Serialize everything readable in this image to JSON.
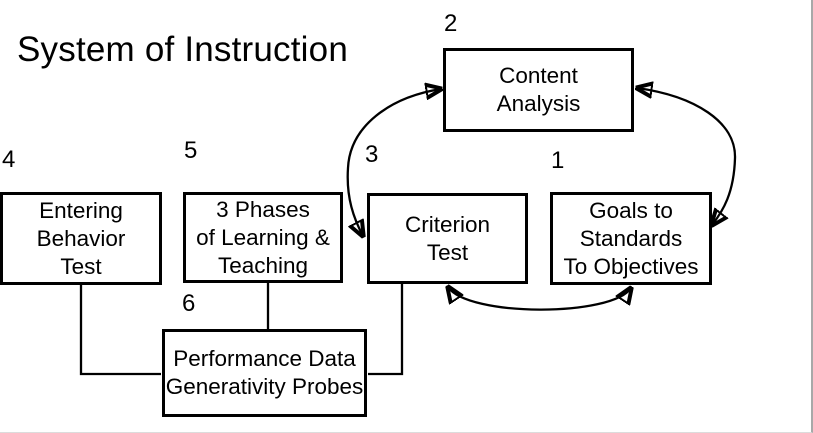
{
  "diagram": {
    "title": "System of Instruction",
    "nodes": {
      "goals": {
        "number": "1",
        "line1": "Goals to",
        "line2": "Standards",
        "line3": "To Objectives"
      },
      "content_analysis": {
        "number": "2",
        "line1": "Content",
        "line2": "Analysis"
      },
      "criterion_test": {
        "number": "3",
        "line1": "Criterion",
        "line2": "Test"
      },
      "entering_behavior": {
        "number": "4",
        "line1": "Entering",
        "line2": "Behavior",
        "line3": "Test"
      },
      "three_phases": {
        "number": "5",
        "line1": "3 Phases",
        "line2": "of Learning &",
        "line3": "Teaching"
      },
      "performance_data": {
        "number": "6",
        "line1": "Performance Data",
        "line2": "Generativity Probes"
      }
    },
    "connectors": {
      "criterion_to_content": "double-headed curved arrow",
      "content_to_goals": "double-headed curved arrow",
      "criterion_to_goals": "double-headed curved arrow",
      "entering_to_performance": "elbow line",
      "phases_to_performance": "straight line",
      "criterion_to_performance": "elbow line"
    },
    "colors": {
      "line": "#000000",
      "background": "#ffffff",
      "frame_right": "#a8a8a8",
      "frame_bottom": "#dcdcdc"
    }
  }
}
